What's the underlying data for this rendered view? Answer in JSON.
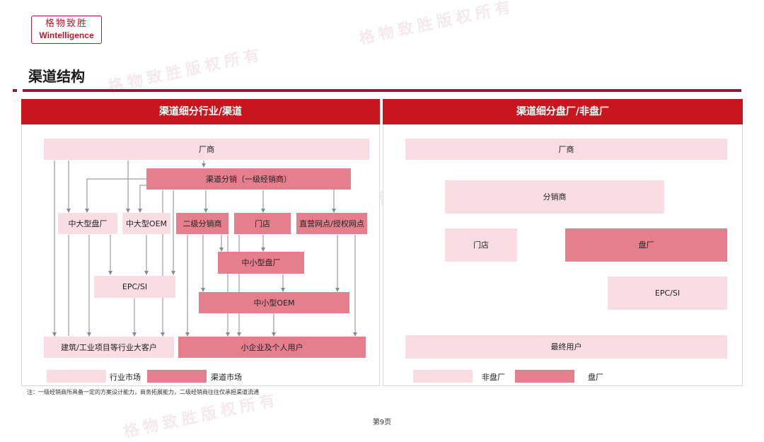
{
  "logo": {
    "cn": "格物致胜",
    "en": "Wintelligence"
  },
  "page_title": "渠道结构",
  "left_panel": {
    "header": "渠道细分行业/渠道",
    "boxes": {
      "manufacturer": "厂商",
      "distributor": "渠道分销（一级经销商）",
      "mid_large_pan": "中大型盘厂",
      "mid_large_oem": "中大型OEM",
      "secondary_dist": "二级分销商",
      "store": "门店",
      "direct_outlet": "直营网点/授权网点",
      "epc_si": "EPC/SI",
      "small_mid_pan": "中小型盘厂",
      "small_mid_oem": "中小型OEM",
      "construction": "建筑/工业项目等行业大客户",
      "sme_users": "小企业及个人用户"
    },
    "legend": {
      "industry": "行业市场",
      "channel": "渠道市场"
    }
  },
  "right_panel": {
    "header": "渠道细分盘厂/非盘厂",
    "boxes": {
      "manufacturer": "厂商",
      "distributor": "分销商",
      "store": "门店",
      "pan_factory": "盘厂",
      "epc_si": "EPC/SI",
      "end_users": "最终用户"
    },
    "legend": {
      "non_pan": "非盘厂",
      "pan": "盘厂"
    }
  },
  "note": "注：一级经销商所具备一定的方案设计能力，商务拓展能力，二级经销商往往仅承担渠道流通",
  "page_number": "第9页",
  "watermark": "格物致胜版权所有",
  "colors": {
    "brand_red": "#c8161e",
    "rule": "#8c1d3a",
    "light_box": "#f8dde2",
    "dark_box": "#e57f8d"
  }
}
